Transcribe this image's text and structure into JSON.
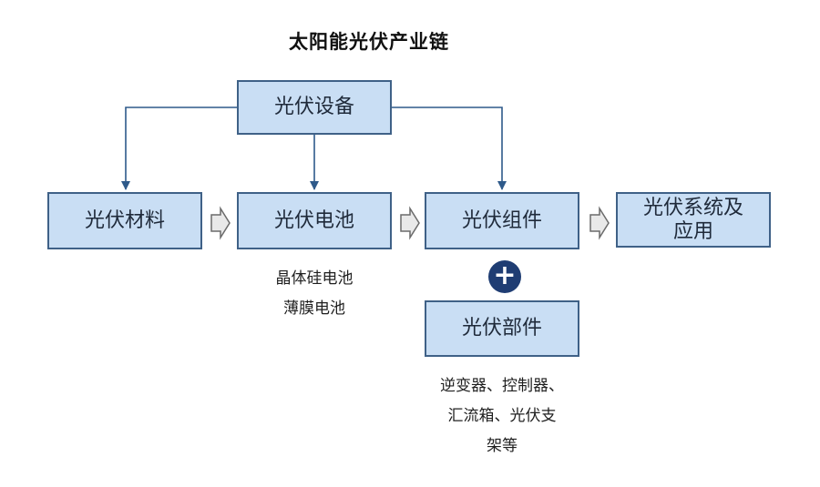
{
  "title": "太阳能光伏产业链",
  "nodes": {
    "equipment": "光伏设备",
    "materials": "光伏材料",
    "cells": "光伏电池",
    "modules": "光伏组件",
    "systems": "光伏系统及应用",
    "components": "光伏部件"
  },
  "notes": {
    "cells_line1": "晶体硅电池",
    "cells_line2": "薄膜电池",
    "components_line1": "逆变器、控制器、",
    "components_line2": "汇流箱、光伏支",
    "components_line3": "架等"
  },
  "plus_symbol": "+",
  "colors": {
    "box_fill": "#c9def4",
    "box_border": "#3f6187",
    "connector": "#2e5a8a",
    "plus_fill": "#1f3d73"
  }
}
